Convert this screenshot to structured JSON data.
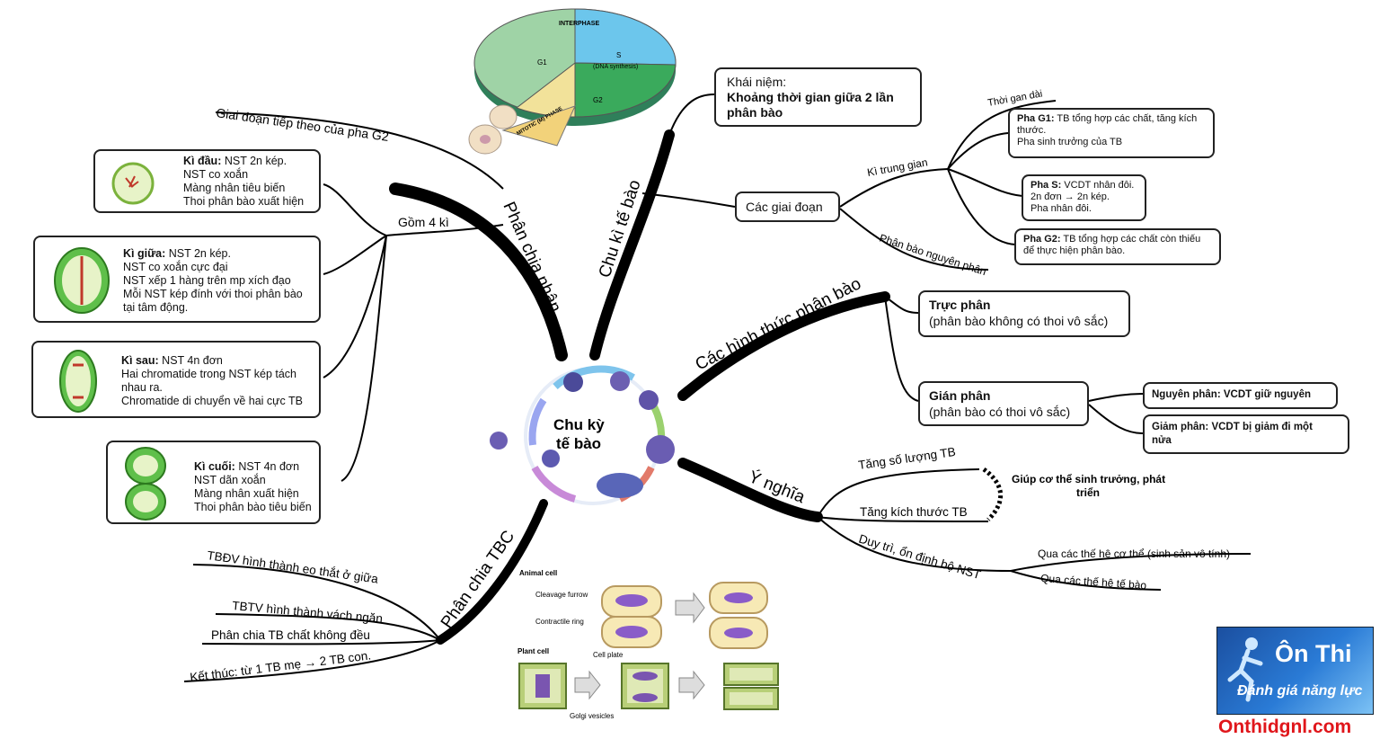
{
  "center": {
    "title_line1": "Chu kỳ",
    "title_line2": "tế bào"
  },
  "branches": {
    "cell_cycle": "Chu kì tế bào",
    "nuclear_division": "Phân chia nhân",
    "cytokinesis": "Phân chia TBC",
    "forms": "Các hình thức phân bào",
    "meaning": "Ý nghĩa"
  },
  "concept": {
    "label": "Khái niệm:",
    "bold": "Khoảng thời gian giữa 2 lần phân bào"
  },
  "stages": {
    "label": "Các giai đoạn",
    "interphase": "Kì trung gian",
    "long_time": "Thời gan dài",
    "mitosis_phase": "Phân bào nguyên phân",
    "g1": {
      "title": "Pha G1:",
      "text1": " TB tổng hợp các chất, tăng kích",
      "text2": "thước.",
      "text3": "Pha sinh trưởng của TB"
    },
    "s": {
      "title": "Pha S:",
      "text1": " VCDT nhân đôi.",
      "text2": "2n đơn → 2n kép.",
      "text3": "Pha nhân đôi."
    },
    "g2": {
      "title": "Pha G2:",
      "text1": " TB tổng hợp các chất còn thiếu",
      "text2": "để thực hiện phân bào."
    }
  },
  "forms": {
    "direct_title": "Trực phân",
    "direct_desc": "(phân bào không có thoi vô sắc)",
    "indirect_title": "Gián phân",
    "indirect_desc": "(phân bào có thoi vô sắc)",
    "mitosis": "Nguyên phân: VCDT giữ nguyên",
    "meiosis_line1": "Giảm phân: VCDT bị giảm đi một",
    "meiosis_line2": "nửa"
  },
  "meaning": {
    "increase_number": "Tăng số lượng TB",
    "increase_size": "Tăng kích thước TB",
    "growth_line1": "Giúp cơ thể sinh trưởng, phát",
    "growth_line2": "triển",
    "maintain": "Duy trì, ổn định bộ NST",
    "through_body": "Qua các thế hệ cơ thể (sinh sản vô tính)",
    "through_cell": "Qua các thế hệ tế bào"
  },
  "nuclear": {
    "next_phase": "Giai đoạn tiếp theo của pha G2",
    "four_phases": "Gồm 4 kì",
    "prophase": {
      "title": "Kì đầu:",
      "l1": " NST 2n kép.",
      "l2": "NST co xoắn",
      "l3": "Màng nhân tiêu biến",
      "l4": "Thoi phân bào xuất hiện"
    },
    "metaphase": {
      "title": "Kì giữa:",
      "l1": " NST 2n kép.",
      "l2": "NST co xoắn cực đại",
      "l3": "NST xếp 1 hàng trên mp xích đạo",
      "l4": "Mỗi NST kép đính với thoi phân bào",
      "l5": "tại tâm động."
    },
    "anaphase": {
      "title": "Kì sau:",
      "l1": " NST 4n đơn",
      "l2": "Hai chromatide trong NST kép tách",
      "l3": "nhau ra.",
      "l4": "Chromatide di chuyển về hai cực TB"
    },
    "telophase": {
      "title": "Kì cuối:",
      "l1": " NST 4n đơn",
      "l2": "NST dãn xoắn",
      "l3": "Màng nhân xuất hiện",
      "l4": "Thoi phân bào tiêu biến"
    }
  },
  "cytokinesis": {
    "animal": "TBĐV hình thành eo thắt ở giữa",
    "plant": "TBTV hình thành vách ngăn",
    "unequal": "Phân chia TB chất không đều",
    "end": "Kết thúc: từ 1 TB mẹ → 2 TB con."
  },
  "diagram_labels": {
    "interphase": "INTERPHASE",
    "g1": "G1",
    "s": "S",
    "dna": "(DNA synthesis)",
    "g2": "G2",
    "mitotic": "MITOTIC (M) PHASE",
    "animal_cell": "Animal cell",
    "cleavage": "Cleavage furrow",
    "contractile": "Contractile ring",
    "plant_cell": "Plant cell",
    "cell_plate": "Cell plate",
    "golgi": "Golgi vesicles"
  },
  "logo": {
    "line1": "Ôn Thi",
    "line2": "Đánh giá năng lực",
    "site": "Onthidgnl.com"
  },
  "colors": {
    "g1": "#9fd3a6",
    "s": "#6cc6ec",
    "g2": "#3aaa5c",
    "accent": "#e0161b"
  }
}
